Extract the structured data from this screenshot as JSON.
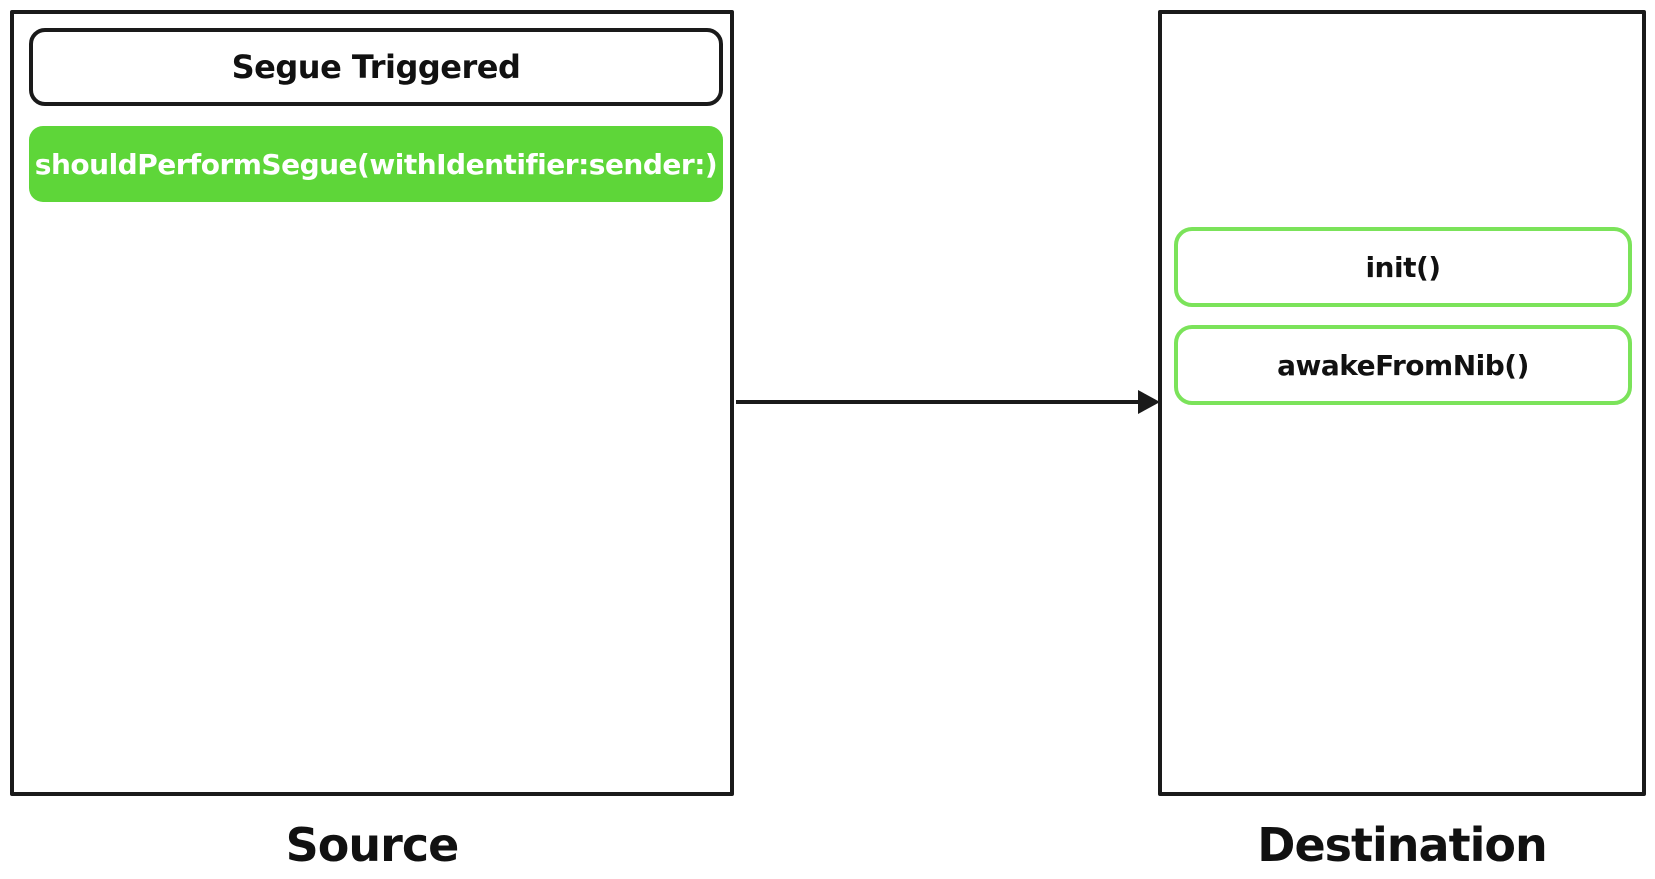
{
  "source": {
    "caption": "Source",
    "header_box": "Segue Triggered",
    "method_box": "shouldPerformSegue(withIdentifier:sender:)"
  },
  "destination": {
    "caption": "Destination",
    "methods": [
      "init()",
      "awakeFromNib()"
    ]
  },
  "colors": {
    "outline": "#1a1a1a",
    "highlight_fill": "#5ed639",
    "highlight_outline": "#7be35a",
    "text_dark": "#111111",
    "text_light": "#ffffff"
  }
}
